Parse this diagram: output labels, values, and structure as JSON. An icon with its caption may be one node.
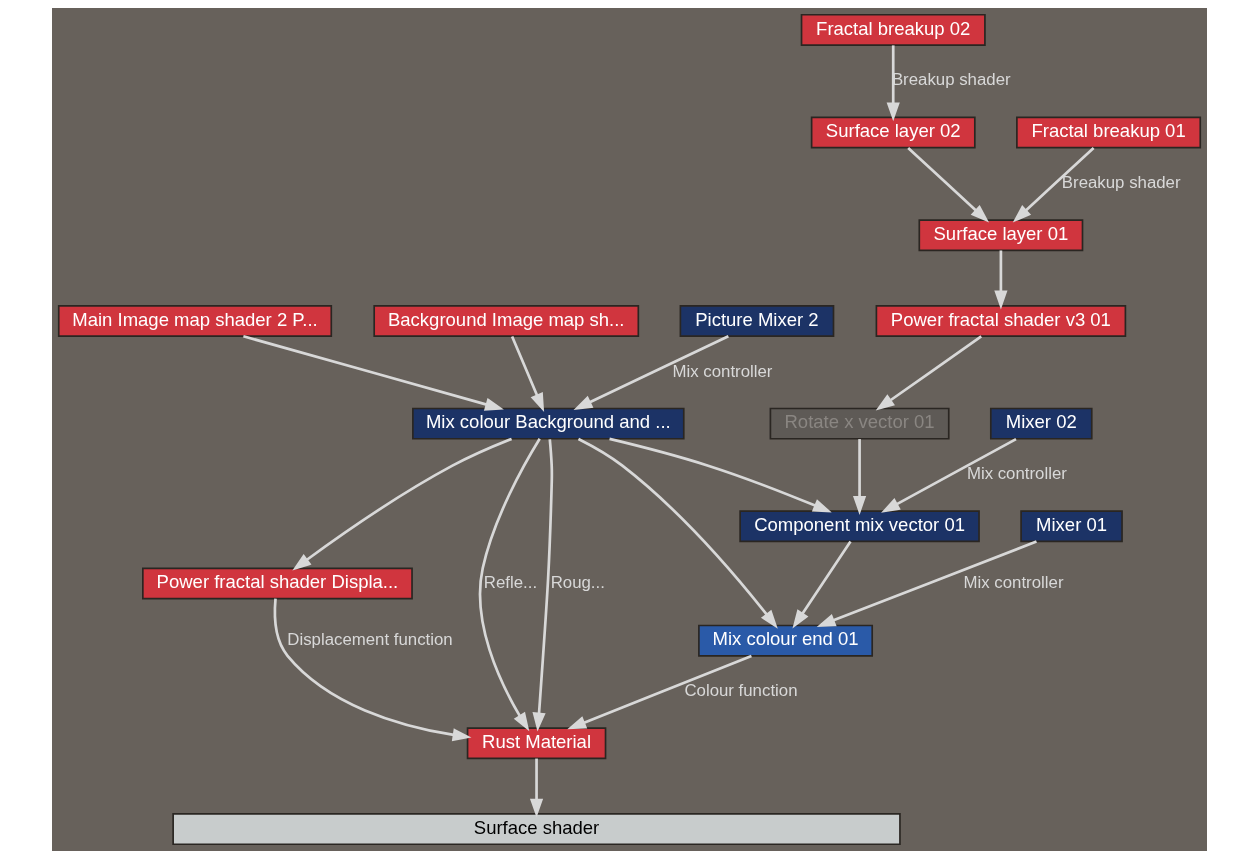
{
  "diagram": {
    "nodes": [
      {
        "text": [
          "Fractal breakup 02"
        ]
      },
      {
        "text": [
          "Surface layer 02"
        ]
      },
      {
        "text": [
          "Fractal breakup 01"
        ]
      },
      {
        "text": [
          "Main Image map shader 2 P..."
        ]
      },
      {
        "text": [
          "Surface layer 01"
        ]
      },
      {
        "text": [
          "Background Image map sh..."
        ]
      },
      {
        "text": [
          "Picture Mixer 2"
        ]
      },
      {
        "text": [
          "Power fractal shader v3 01"
        ]
      },
      {
        "text": [
          "Power fractal shader Displa..."
        ]
      },
      {
        "text": [
          "Mix colour Background and ..."
        ]
      },
      {
        "text": [
          "Rotate x vector 01"
        ]
      },
      {
        "text": [
          "Mixer 02"
        ]
      },
      {
        "text": [
          "Component mix vector 01"
        ]
      },
      {
        "text": [
          "Mixer 01"
        ]
      },
      {
        "text": [
          "Mix colour end 01"
        ]
      },
      {
        "text": [
          "Rust Material"
        ]
      },
      {
        "text": [
          "Surface shader"
        ]
      }
    ],
    "edges": [
      {
        "from": 0,
        "to": 1,
        "arrow": "to",
        "label": "Breakup shader"
      },
      {
        "from": 1,
        "to": 4,
        "arrow": "to"
      },
      {
        "from": 2,
        "to": 4,
        "arrow": "to",
        "label": "Breakup shader"
      },
      {
        "from": 4,
        "to": 7,
        "arrow": "to"
      },
      {
        "from": 7,
        "to": 10,
        "arrow": "to"
      },
      {
        "from": 10,
        "to": 12,
        "arrow": "to"
      },
      {
        "from": 5,
        "to": 9,
        "arrow": "to"
      },
      {
        "from": 3,
        "to": 9,
        "arrow": "to"
      },
      {
        "from": 6,
        "to": 9,
        "arrow": "to",
        "label": "Mix controller"
      },
      {
        "from": 9,
        "to": 8,
        "arrow": "to"
      },
      {
        "from": 9,
        "to": 12,
        "arrow": "to"
      },
      {
        "from": 11,
        "to": 12,
        "arrow": "to",
        "label": "Mix controller"
      },
      {
        "from": 9,
        "to": 14,
        "arrow": "to"
      },
      {
        "from": 12,
        "to": 14,
        "arrow": "to"
      },
      {
        "from": 13,
        "to": 14,
        "arrow": "to",
        "label": "Mix controller"
      },
      {
        "from": 14,
        "to": 15,
        "arrow": "to",
        "label": "Colour function"
      },
      {
        "from": 9,
        "to": 15,
        "arrow": "to",
        "label": "Refle..."
      },
      {
        "from": 9,
        "to": 15,
        "arrow": "to",
        "label": "Roug..."
      },
      {
        "from": 8,
        "to": 15,
        "arrow": "to",
        "label": "Displacement function"
      },
      {
        "from": 15,
        "to": 16,
        "arrow": "to"
      }
    ]
  }
}
